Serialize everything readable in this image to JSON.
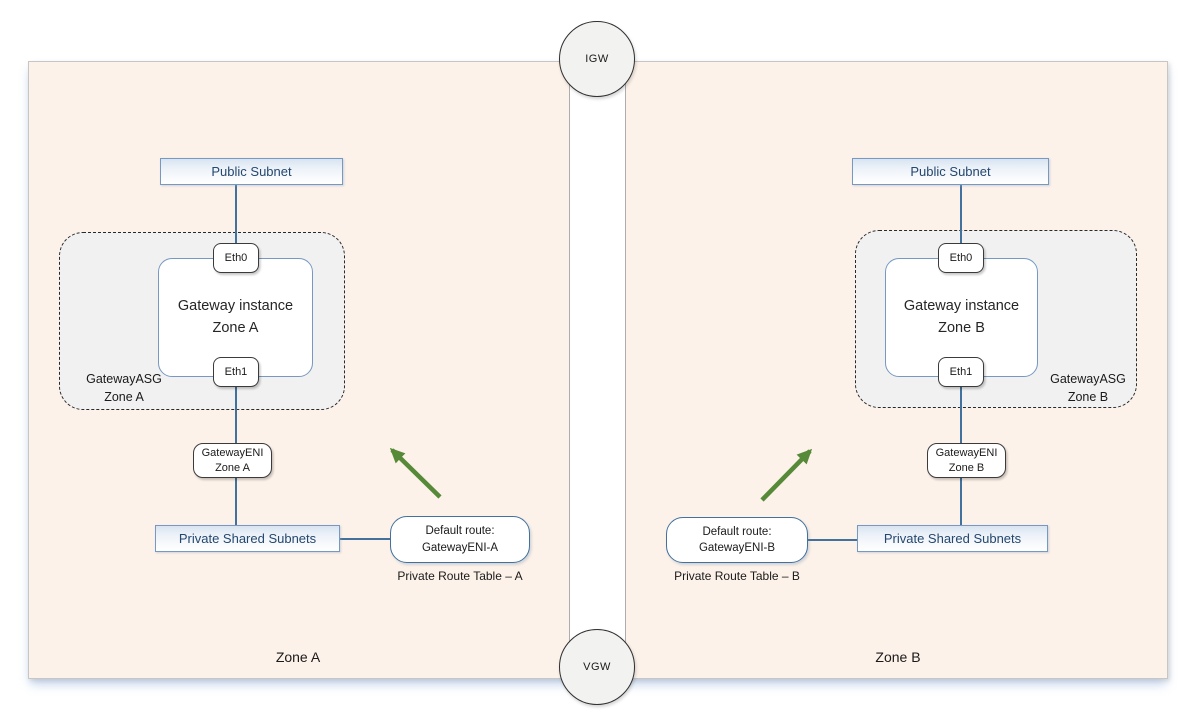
{
  "igw_label": "IGW",
  "vgw_label": "VGW",
  "zones": [
    {
      "public_subnet": "Public Subnet",
      "asg_line1": "GatewayASG",
      "asg_line2": "Zone A",
      "instance_line1": "Gateway instance",
      "instance_line2": "Zone A",
      "eth0": "Eth0",
      "eth1": "Eth1",
      "eni_line1": "GatewayENI",
      "eni_line2": "Zone A",
      "private_subnets": "Private Shared Subnets",
      "route_line1": "Default route:",
      "route_line2": "GatewayENI-A",
      "route_table_label": "Private Route Table – A",
      "zone_label": "Zone A"
    },
    {
      "public_subnet": "Public Subnet",
      "asg_line1": "GatewayASG",
      "asg_line2": "Zone B",
      "instance_line1": "Gateway instance",
      "instance_line2": "Zone B",
      "eth0": "Eth0",
      "eth1": "Eth1",
      "eni_line1": "GatewayENI",
      "eni_line2": "Zone B",
      "private_subnets": "Private Shared Subnets",
      "route_line1": "Default route:",
      "route_line2": "GatewayENI-B",
      "route_table_label": "Private Route Table – B",
      "zone_label": "Zone B"
    }
  ],
  "colors": {
    "vpc_fill": "#fdf2e9",
    "vpc_border": "#c6c6c6",
    "band_fill": "#ffffff",
    "band_border": "#adadad",
    "subnet_border": "#7698c1",
    "subnet_text": "#24476f",
    "subnet_gradient_top": "#d9e4f1",
    "asg_fill": "#f1f1f1",
    "node_border": "#3b3b3b",
    "circle_fill": "#f2f2f1",
    "connector_blue": "#41719c",
    "arrow_green": "#568a38"
  }
}
